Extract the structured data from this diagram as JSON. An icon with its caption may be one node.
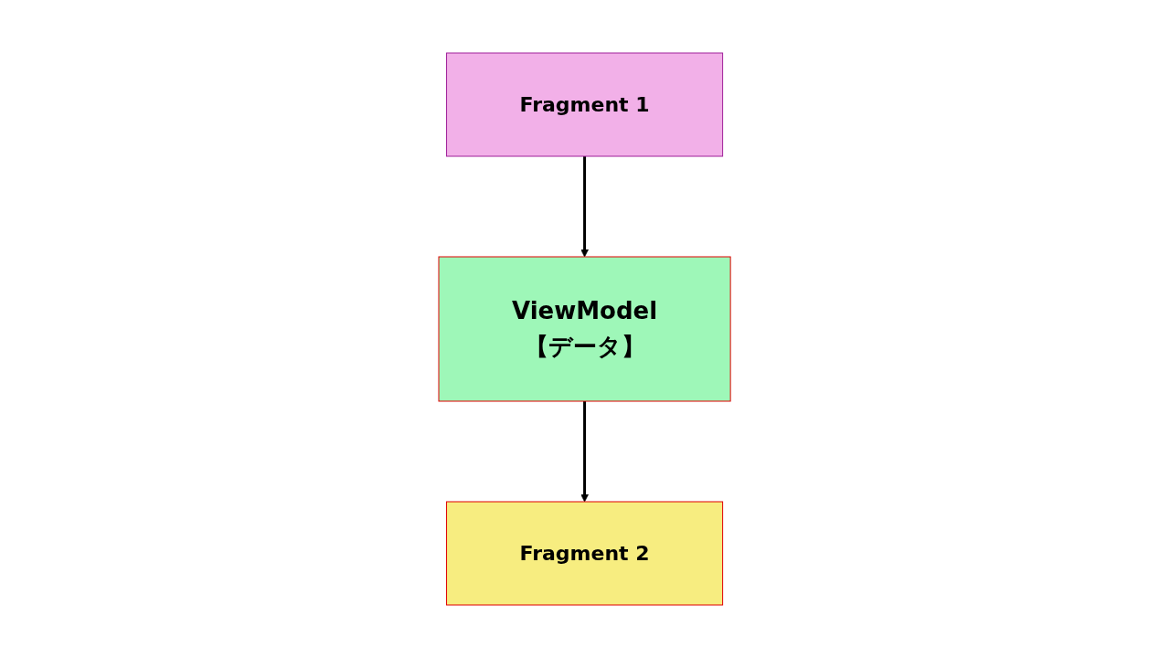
{
  "diagram": {
    "nodes": [
      {
        "text": [
          "ViewModel",
          "【データ】"
        ]
      },
      {
        "text": [
          "Fragment 1"
        ]
      },
      {
        "text": [
          "Fragment 2"
        ]
      }
    ],
    "edges": [
      {
        "from": 1,
        "to": 0,
        "arrow": "to"
      },
      {
        "from": 0,
        "to": 2,
        "arrow": "to"
      }
    ]
  }
}
